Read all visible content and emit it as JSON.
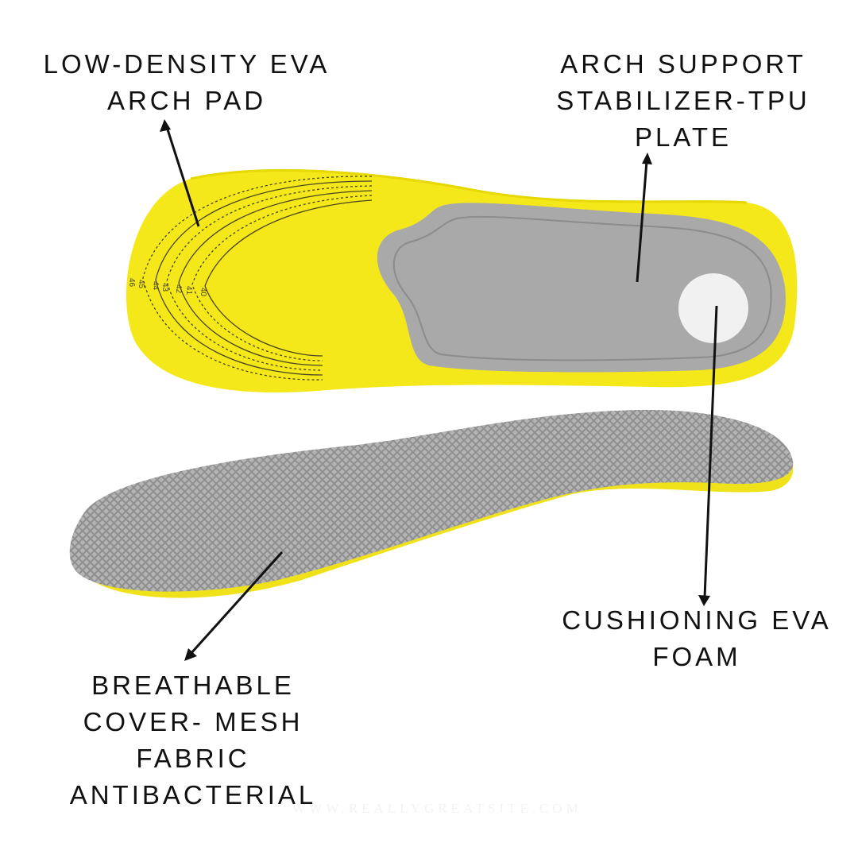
{
  "labels": {
    "arch_pad": [
      "LOW-DENSITY EVA",
      "ARCH PAD"
    ],
    "arch_support": [
      "ARCH SUPPORT",
      "STABILIZER-TPU",
      "PLATE"
    ],
    "cushioning": [
      "CUSHIONING EVA",
      "FOAM"
    ],
    "cover": [
      "BREATHABLE",
      "COVER- MESH",
      "FABRIC",
      "ANTIBACTERIAL"
    ]
  },
  "size_marks": [
    "46",
    "45",
    "44",
    "43",
    "42",
    "41",
    "40"
  ],
  "watermark": "WWW.REALLYGREATSITE.COM",
  "colors": {
    "insole_yellow": "#f5e81a",
    "plate_gray": "#a9a9a9",
    "mesh_gray": "#9d9d9d",
    "text": "#111111"
  }
}
